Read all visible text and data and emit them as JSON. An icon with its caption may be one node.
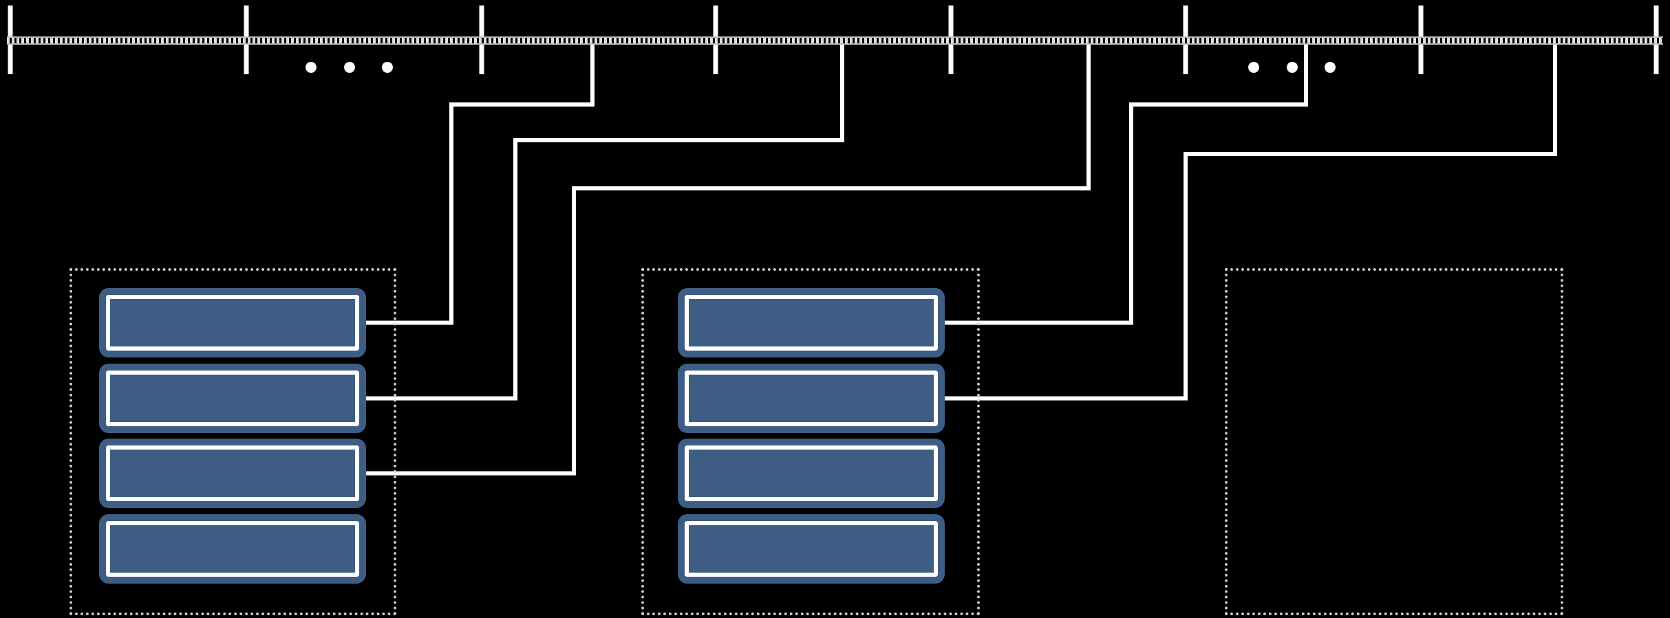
{
  "diagram": {
    "nodes": [
      {
        "text": [],
        "shape": "box"
      },
      {
        "text": [],
        "shape": "box",
        "in": 0
      },
      {
        "text": [],
        "shape": "box",
        "in": 0
      },
      {
        "text": [],
        "shape": "box",
        "in": 0
      },
      {
        "text": [],
        "shape": "box",
        "in": 0
      },
      {
        "text": [],
        "shape": "box"
      },
      {
        "text": [],
        "shape": "box",
        "in": 5
      },
      {
        "text": [],
        "shape": "box",
        "in": 5
      },
      {
        "text": [],
        "shape": "box",
        "in": 5
      },
      {
        "text": [],
        "shape": "box",
        "in": 5
      },
      {
        "text": [],
        "shape": "box"
      },
      {
        "text": [],
        "shape": "bar"
      }
    ],
    "edges": [
      {
        "from": 1,
        "to": 11,
        "arrow": "none"
      },
      {
        "from": 2,
        "to": 11,
        "arrow": "none"
      },
      {
        "from": 3,
        "to": 11,
        "arrow": "none"
      },
      {
        "from": 6,
        "to": 11,
        "arrow": "none"
      },
      {
        "from": 7,
        "to": 11,
        "arrow": "none"
      }
    ]
  }
}
